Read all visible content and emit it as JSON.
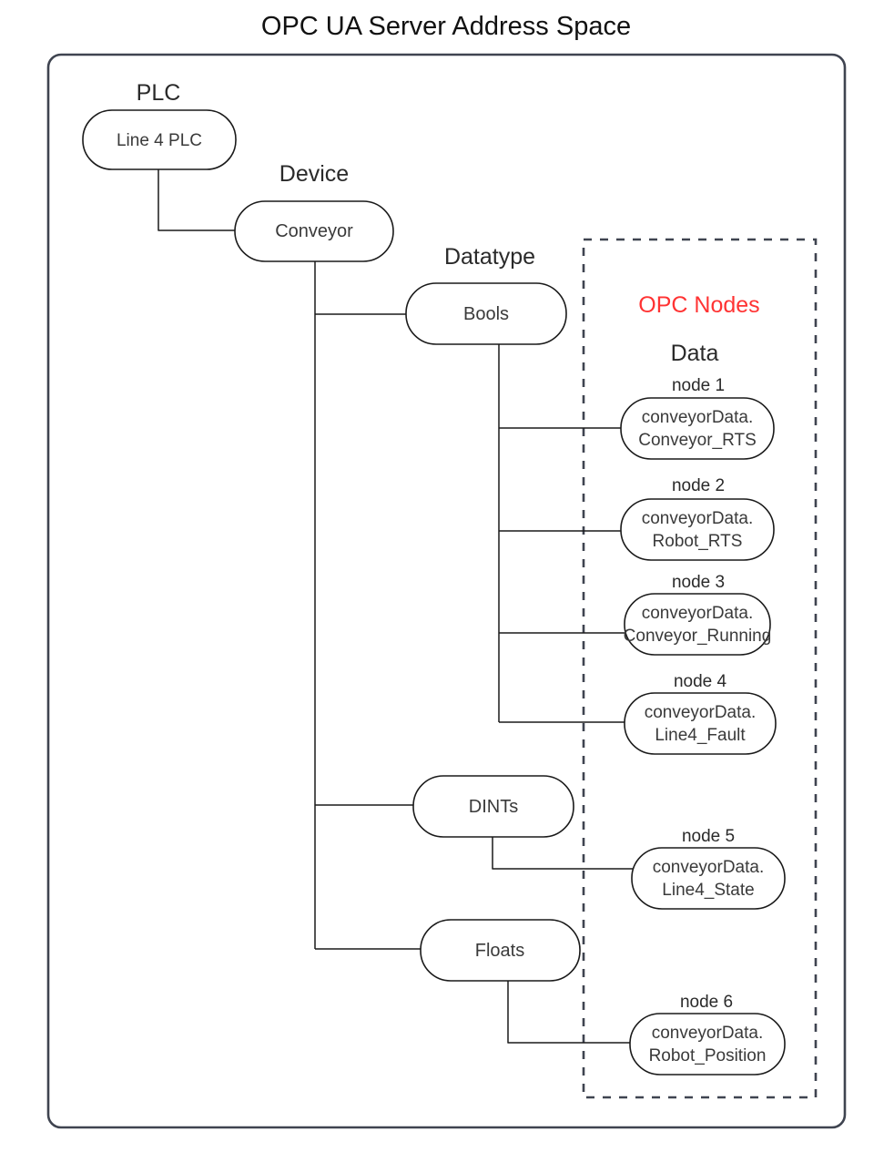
{
  "title": "OPC UA Server Address Space",
  "captions": {
    "plc": "PLC",
    "device": "Device",
    "datatype": "Datatype",
    "opc_nodes": "OPC Nodes",
    "data": "Data"
  },
  "colors": {
    "opc_nodes_red": "#ff3333",
    "frame_stroke": "#3f4450",
    "node_stroke": "#1a1a1a",
    "text": "#2a2a2a",
    "background": "#ffffff"
  },
  "nodes": {
    "plc": {
      "label": "Line 4 PLC"
    },
    "device": {
      "label": "Conveyor"
    },
    "bools": {
      "label": "Bools"
    },
    "dints": {
      "label": "DINTs"
    },
    "floats": {
      "label": "Floats"
    }
  },
  "opc_nodes": [
    {
      "caption": "node 1",
      "line1": "conveyorData.",
      "line2": "Conveyor_RTS"
    },
    {
      "caption": "node 2",
      "line1": "conveyorData.",
      "line2": "Robot_RTS"
    },
    {
      "caption": "node 3",
      "line1": "conveyorData.",
      "line2": "Conveyor_Running"
    },
    {
      "caption": "node 4",
      "line1": "conveyorData.",
      "line2": "Line4_Fault"
    },
    {
      "caption": "node 5",
      "line1": "conveyorData.",
      "line2": "Line4_State"
    },
    {
      "caption": "node 6",
      "line1": "conveyorData.",
      "line2": "Robot_Position"
    }
  ]
}
